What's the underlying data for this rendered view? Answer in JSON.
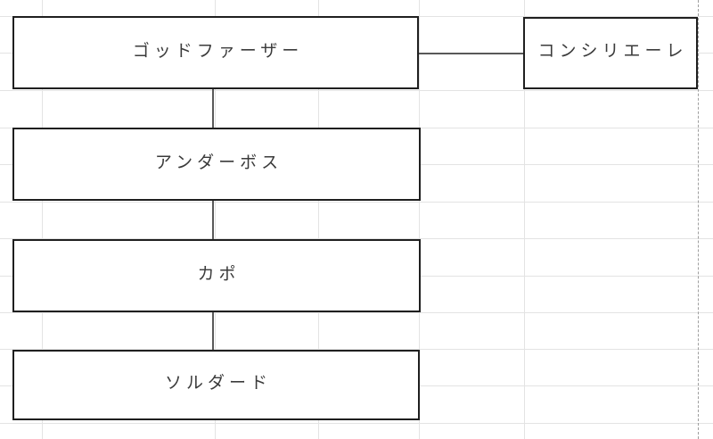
{
  "diagram": {
    "type": "org-chart",
    "title": "mafia-hierarchy",
    "nodes": [
      {
        "id": "godfather",
        "label": "ゴッドファーザー",
        "level": 1
      },
      {
        "id": "consigliere",
        "label": "コンシリエーレ",
        "level": 1
      },
      {
        "id": "underboss",
        "label": "アンダーボス",
        "level": 2
      },
      {
        "id": "capo",
        "label": "カポ",
        "level": 3
      },
      {
        "id": "soldato",
        "label": "ソルダード",
        "level": 4
      }
    ],
    "edges": [
      {
        "from": "godfather",
        "to": "consigliere",
        "orientation": "horizontal"
      },
      {
        "from": "godfather",
        "to": "underboss",
        "orientation": "vertical"
      },
      {
        "from": "underboss",
        "to": "capo",
        "orientation": "vertical"
      },
      {
        "from": "capo",
        "to": "soldato",
        "orientation": "vertical"
      }
    ]
  },
  "spreadsheet": {
    "page_break_style": "dashed"
  },
  "colors": {
    "background": "#ffffff",
    "gridline": "#e3e3e3",
    "node_border": "#1f1f1f",
    "connector": "#595959",
    "page_break": "#9e9e9e",
    "text": "#3b3b3b"
  }
}
